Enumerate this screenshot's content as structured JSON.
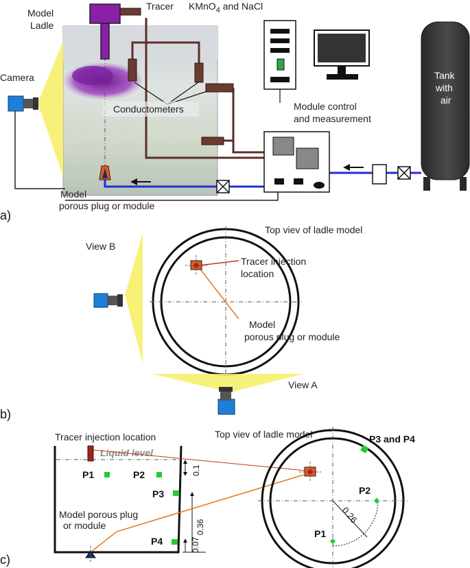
{
  "panels": {
    "a": {
      "panel_label": "a)",
      "model_ladle": [
        "Model",
        "Ladle"
      ],
      "tracer": "Tracer",
      "tracer_chem_prefix": "KMnO",
      "tracer_chem_sub": "4",
      "tracer_chem_suffix": " and NaCl",
      "camera": "Camera",
      "conductometers": "Conductometers",
      "module_control": [
        "Module control",
        "and measurement"
      ],
      "tank": [
        "Tank",
        "with",
        "air"
      ],
      "plug": [
        "Model",
        "porous plug or module"
      ]
    },
    "b": {
      "panel_label": "b)",
      "view_b": "View B",
      "view_a": "View A",
      "top_view": "Top viev  of ladle  model",
      "tracer_injection": [
        "Tracer injection",
        "location"
      ],
      "plug": [
        "Model",
        "porous plug or module"
      ]
    },
    "c": {
      "panel_label": "c)",
      "tracer_injection": "Tracer injection location",
      "liquid_level": "Liquid level",
      "top_view": "Top viev  of ladle  model",
      "p1": "P1",
      "p2": "P2",
      "p3": "P3",
      "p4": "P4",
      "p3p4": "P3 and P4",
      "plug": [
        "Model porous plug",
        "or module"
      ],
      "dim_01": "0.1",
      "dim_036": "0.36",
      "dim_007": "0.07",
      "dim_026": "0.26"
    }
  },
  "colors": {
    "tube_brown": "#5b2e27",
    "air_line": "#1f2fd6",
    "cone_yellow": "#f7ef6a",
    "marker_green": "#22cc33",
    "tracer_red": "#c8321e",
    "guide_orange": "#e07a1e",
    "purple_ladle": "#8a1fa8",
    "tank_dark": "#3a3a3a"
  },
  "icons": [
    "camera-icon",
    "computer-monitor-icon",
    "control-cabinet-icon",
    "air-tank-icon",
    "valve-icon",
    "arrow-left-icon"
  ]
}
